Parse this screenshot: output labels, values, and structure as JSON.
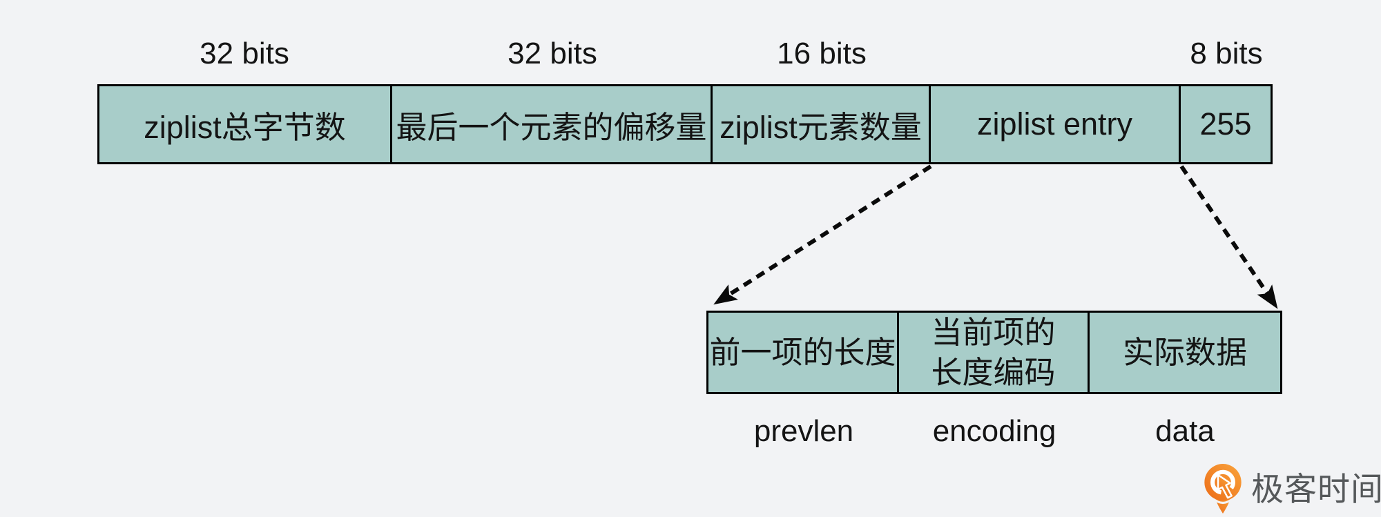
{
  "colors": {
    "background": "#f2f3f5",
    "box_fill": "#a8cdc9",
    "line": "#000000",
    "text": "#141414",
    "brand_orange": "#f08220",
    "brand_text": "#55585a"
  },
  "bit_labels": [
    "32 bits",
    "32 bits",
    "16 bits",
    "8 bits"
  ],
  "ziplist_row": {
    "cells": [
      "ziplist总字节数",
      "最后一个元素的偏移量",
      "ziplist元素数量",
      "ziplist entry",
      "255"
    ]
  },
  "entry_row": {
    "cells": [
      {
        "lines": [
          "前一项的长度"
        ],
        "sublabel": "prevlen"
      },
      {
        "lines": [
          "当前项的",
          "长度编码"
        ],
        "sublabel": "encoding"
      },
      {
        "lines": [
          "实际数据"
        ],
        "sublabel": "data"
      }
    ]
  },
  "brand": {
    "name": "极客时间"
  }
}
